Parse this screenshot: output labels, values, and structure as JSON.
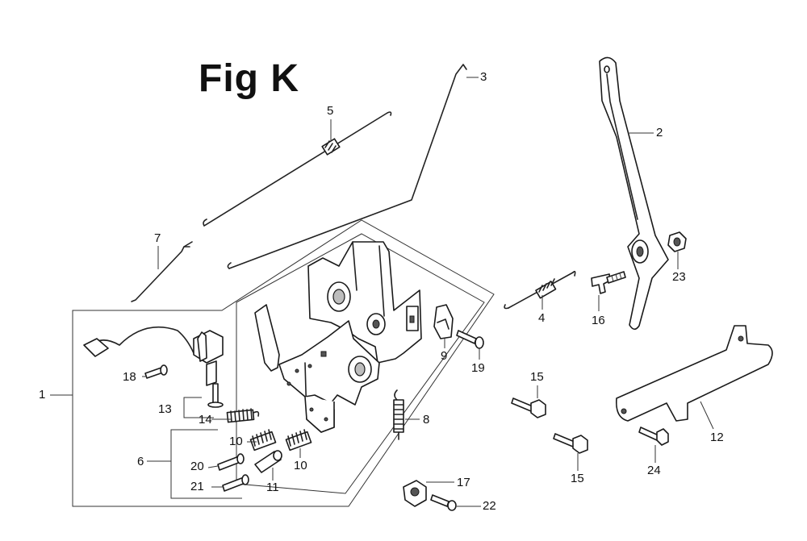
{
  "figure": {
    "title": "Fig K"
  },
  "callouts": {
    "c1": "1",
    "c2": "2",
    "c3": "3",
    "c4": "4",
    "c5": "5",
    "c6": "6",
    "c7": "7",
    "c8": "8",
    "c9": "9",
    "c10a": "10",
    "c10b": "10",
    "c11": "11",
    "c12": "12",
    "c13": "13",
    "c14": "14",
    "c15a": "15",
    "c15b": "15",
    "c16": "16",
    "c17": "17",
    "c18": "18",
    "c19": "19",
    "c20": "20",
    "c21": "21",
    "c22": "22",
    "c23": "23",
    "c24": "24"
  }
}
